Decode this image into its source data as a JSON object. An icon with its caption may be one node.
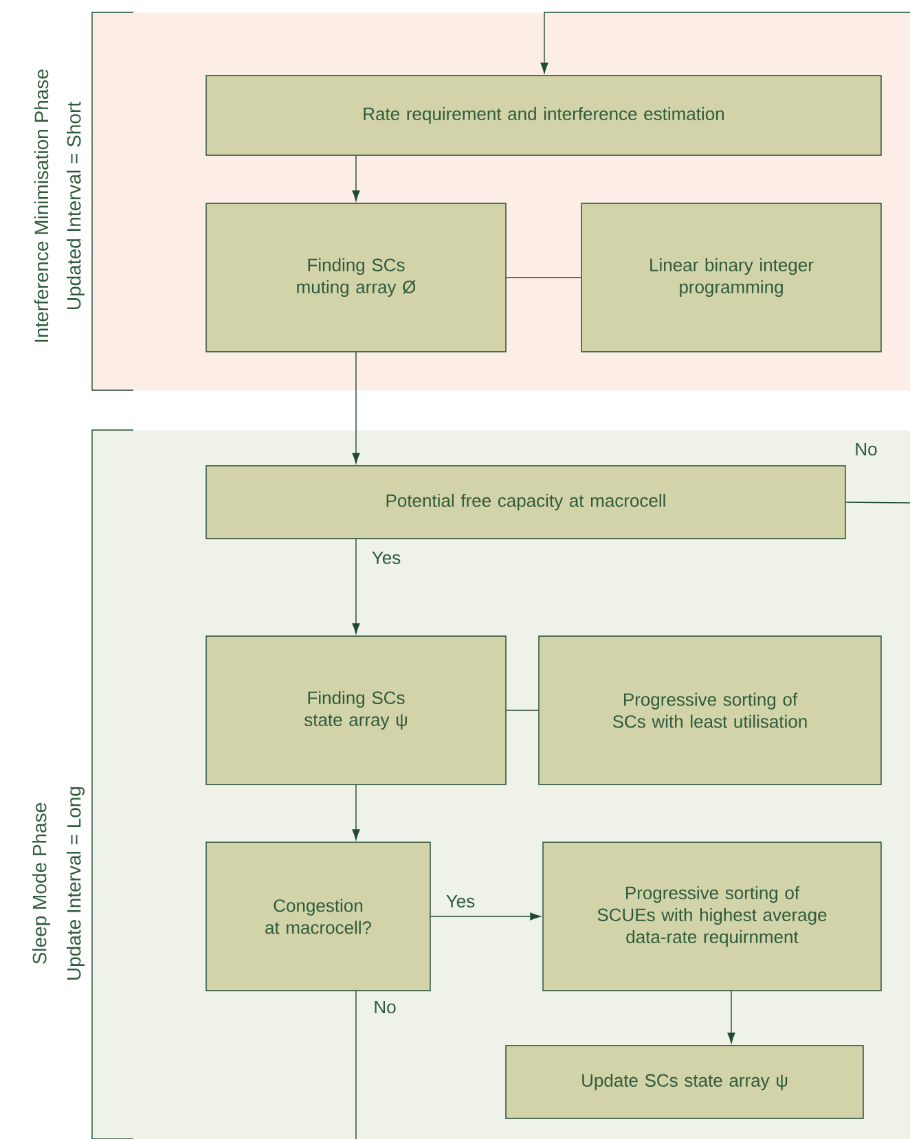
{
  "diagram": {
    "nodes": [
      {
        "text": [
          "Interference Minimisation Phase",
          "Updated Interval = Short"
        ]
      },
      {
        "text": [
          "Rate requirement and interference estimation"
        ],
        "in": 0
      },
      {
        "text": [
          "Finding  SCs muting array Ø"
        ],
        "in": 0
      },
      {
        "text": [
          "Linear binary integer programming"
        ],
        "in": 0
      },
      {
        "text": [
          "Sleep Mode Phase",
          "Update Interval = Long"
        ]
      },
      {
        "text": [
          "Potential free capacity at macrocell"
        ],
        "in": 4
      },
      {
        "text": [
          "Finding SCs state array ψ"
        ],
        "in": 4
      },
      {
        "text": [
          "Progressive sorting of SCs with least utilisation"
        ],
        "in": 4
      },
      {
        "text": [
          "Congestion at macrocell?"
        ],
        "in": 4
      },
      {
        "text": [
          "Progressive sorting of SCUEs with highest average data-rate requirnment"
        ],
        "in": 4
      },
      {
        "text": [
          "Update SCs state array ψ"
        ],
        "in": 4
      }
    ],
    "edges": [
      {
        "from": null,
        "to": 1,
        "arrow": "to"
      },
      {
        "from": 1,
        "to": 2,
        "arrow": "to"
      },
      {
        "from": 2,
        "to": 3,
        "arrow": "none"
      },
      {
        "from": 2,
        "to": 5,
        "arrow": "to"
      },
      {
        "from": 5,
        "to": null,
        "arrow": "none",
        "label": "No"
      },
      {
        "from": 5,
        "to": 6,
        "arrow": "to",
        "label": "Yes"
      },
      {
        "from": 6,
        "to": 7,
        "arrow": "none"
      },
      {
        "from": 6,
        "to": 8,
        "arrow": "to"
      },
      {
        "from": 8,
        "to": 9,
        "arrow": "to",
        "label": "Yes"
      },
      {
        "from": 9,
        "to": 10,
        "arrow": "to"
      },
      {
        "from": 8,
        "to": null,
        "arrow": "none",
        "label": "No"
      }
    ]
  }
}
